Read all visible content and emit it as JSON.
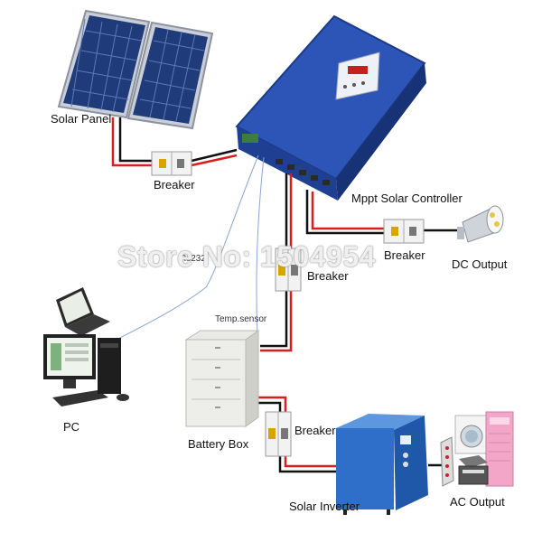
{
  "labels": {
    "solar_panel": "Solar Panel",
    "breaker_top": "Breaker",
    "controller": "Mppt Solar Controller",
    "breaker_dc": "Breaker",
    "dc_output": "DC Output",
    "breaker_mid": "Breaker",
    "rs232": "Rs232",
    "temp_sensor": "Temp.sensor",
    "pc": "PC",
    "battery_box": "Battery Box",
    "breaker_battery": "Breaker",
    "solar_inverter": "Solar Inverter",
    "ac_output": "AC Output"
  },
  "watermark": "Store No: 1504954",
  "colors": {
    "wire_red": "#d81e1e",
    "wire_black": "#111111",
    "signal_wire": "#8aa4d6",
    "controller_blue": "#2d55b8",
    "inverter_blue": "#2f6fc9",
    "panel_cell": "#1f3b7a"
  }
}
